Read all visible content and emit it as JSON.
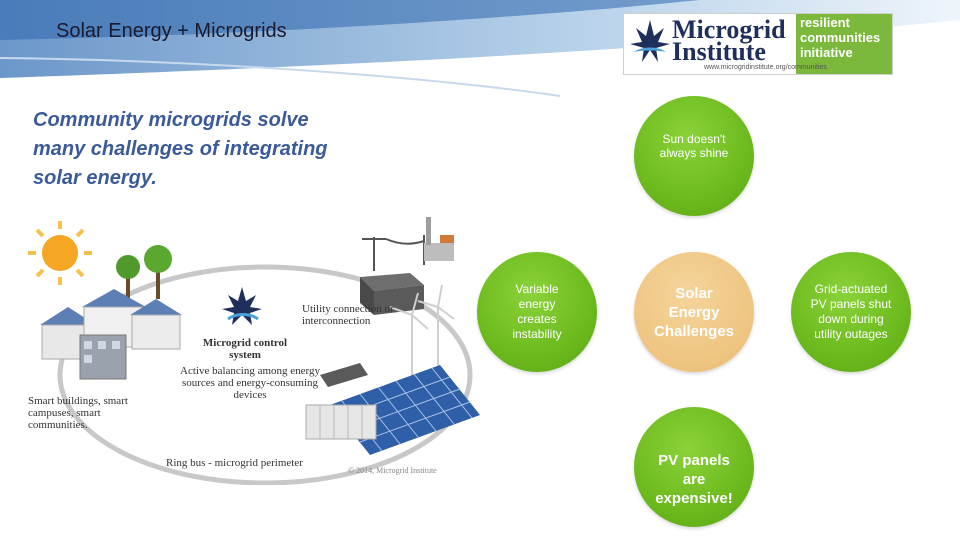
{
  "slide": {
    "title": "Solar Energy + Microgrids",
    "intro": "Community microgrids solve many challenges of integrating solar energy."
  },
  "logo": {
    "line1": "Microgrid",
    "line2": "Institute",
    "tag1": "resilient",
    "tag2": "communities",
    "tag3": "initiative",
    "url": "www.microgridinstitute.org/communities"
  },
  "illustration": {
    "utility_label": "Utility connection or interconnection",
    "control_label": "Microgrid control system",
    "balancing_label": "Active balancing among energy sources and energy-consuming devices",
    "buildings_label": "Smart buildings, smart campuses, smart communities.",
    "ring_label": "Ring bus - microgrid perimeter",
    "copyright": "© 2014, Microgrid Institute"
  },
  "diagram": {
    "center": "Solar Energy Challenges",
    "nodes": [
      {
        "position": "top",
        "text": "Sun doesn't always shine"
      },
      {
        "position": "left",
        "text": "Variable energy creates instability"
      },
      {
        "position": "right",
        "text": "Grid-actuated PV panels shut down during utility outages"
      },
      {
        "position": "bottom",
        "text": "PV panels are expensive!"
      }
    ]
  },
  "colors": {
    "node_green": "#6cba1e",
    "center_tan": "#eec47f",
    "title_blue": "#3a5a9a",
    "logo_green": "#7bb83b",
    "logo_navy": "#1f2f5c"
  }
}
